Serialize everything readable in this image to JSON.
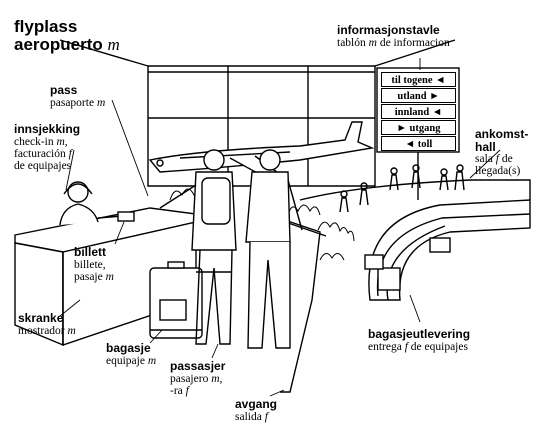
{
  "title": {
    "nb": "flyplass",
    "es_word": "aeropuerto",
    "es_gender": "m"
  },
  "labels": {
    "info": {
      "nb": "informasjonstavle",
      "es": "tablón",
      "gender": "m",
      "es2": "de informacion"
    },
    "pass": {
      "nb": "pass",
      "es": "pasaporte",
      "gender": "m"
    },
    "checkin": {
      "nb": "innsjekking",
      "line1": "check-in",
      "g1": "m,",
      "line2": "facturación",
      "g2": "f",
      "line3": "de equipajes"
    },
    "arrivals": {
      "nb1": "ankomst-",
      "nb2": "hall",
      "es1": "sala",
      "g": "f",
      "es1b": "de",
      "es2": "llegada(s)"
    },
    "ticket": {
      "nb": "billett",
      "line1": "billete,",
      "line2": "pasaje",
      "g": "m"
    },
    "desk": {
      "nb": "skranke",
      "es": "mostrador",
      "g": "m"
    },
    "luggage": {
      "nb": "bagasje",
      "es": "equipaje",
      "g": "m"
    },
    "passenger": {
      "nb": "passasjer",
      "line1": "pasajero",
      "g1": "m,",
      "line2": "-ra",
      "g2": "f"
    },
    "departure": {
      "nb": "avgang",
      "es": "salida",
      "g": "f"
    },
    "baggage_claim": {
      "nb": "bagasjeutlevering",
      "es1": "entrega",
      "g": "f",
      "es2": "de equipajes"
    }
  },
  "signboard": [
    "til togene",
    "utland",
    "innland",
    "utgang",
    "toll"
  ],
  "signboard_arrows": [
    "◄",
    "►",
    "◄",
    "►",
    "◄"
  ]
}
